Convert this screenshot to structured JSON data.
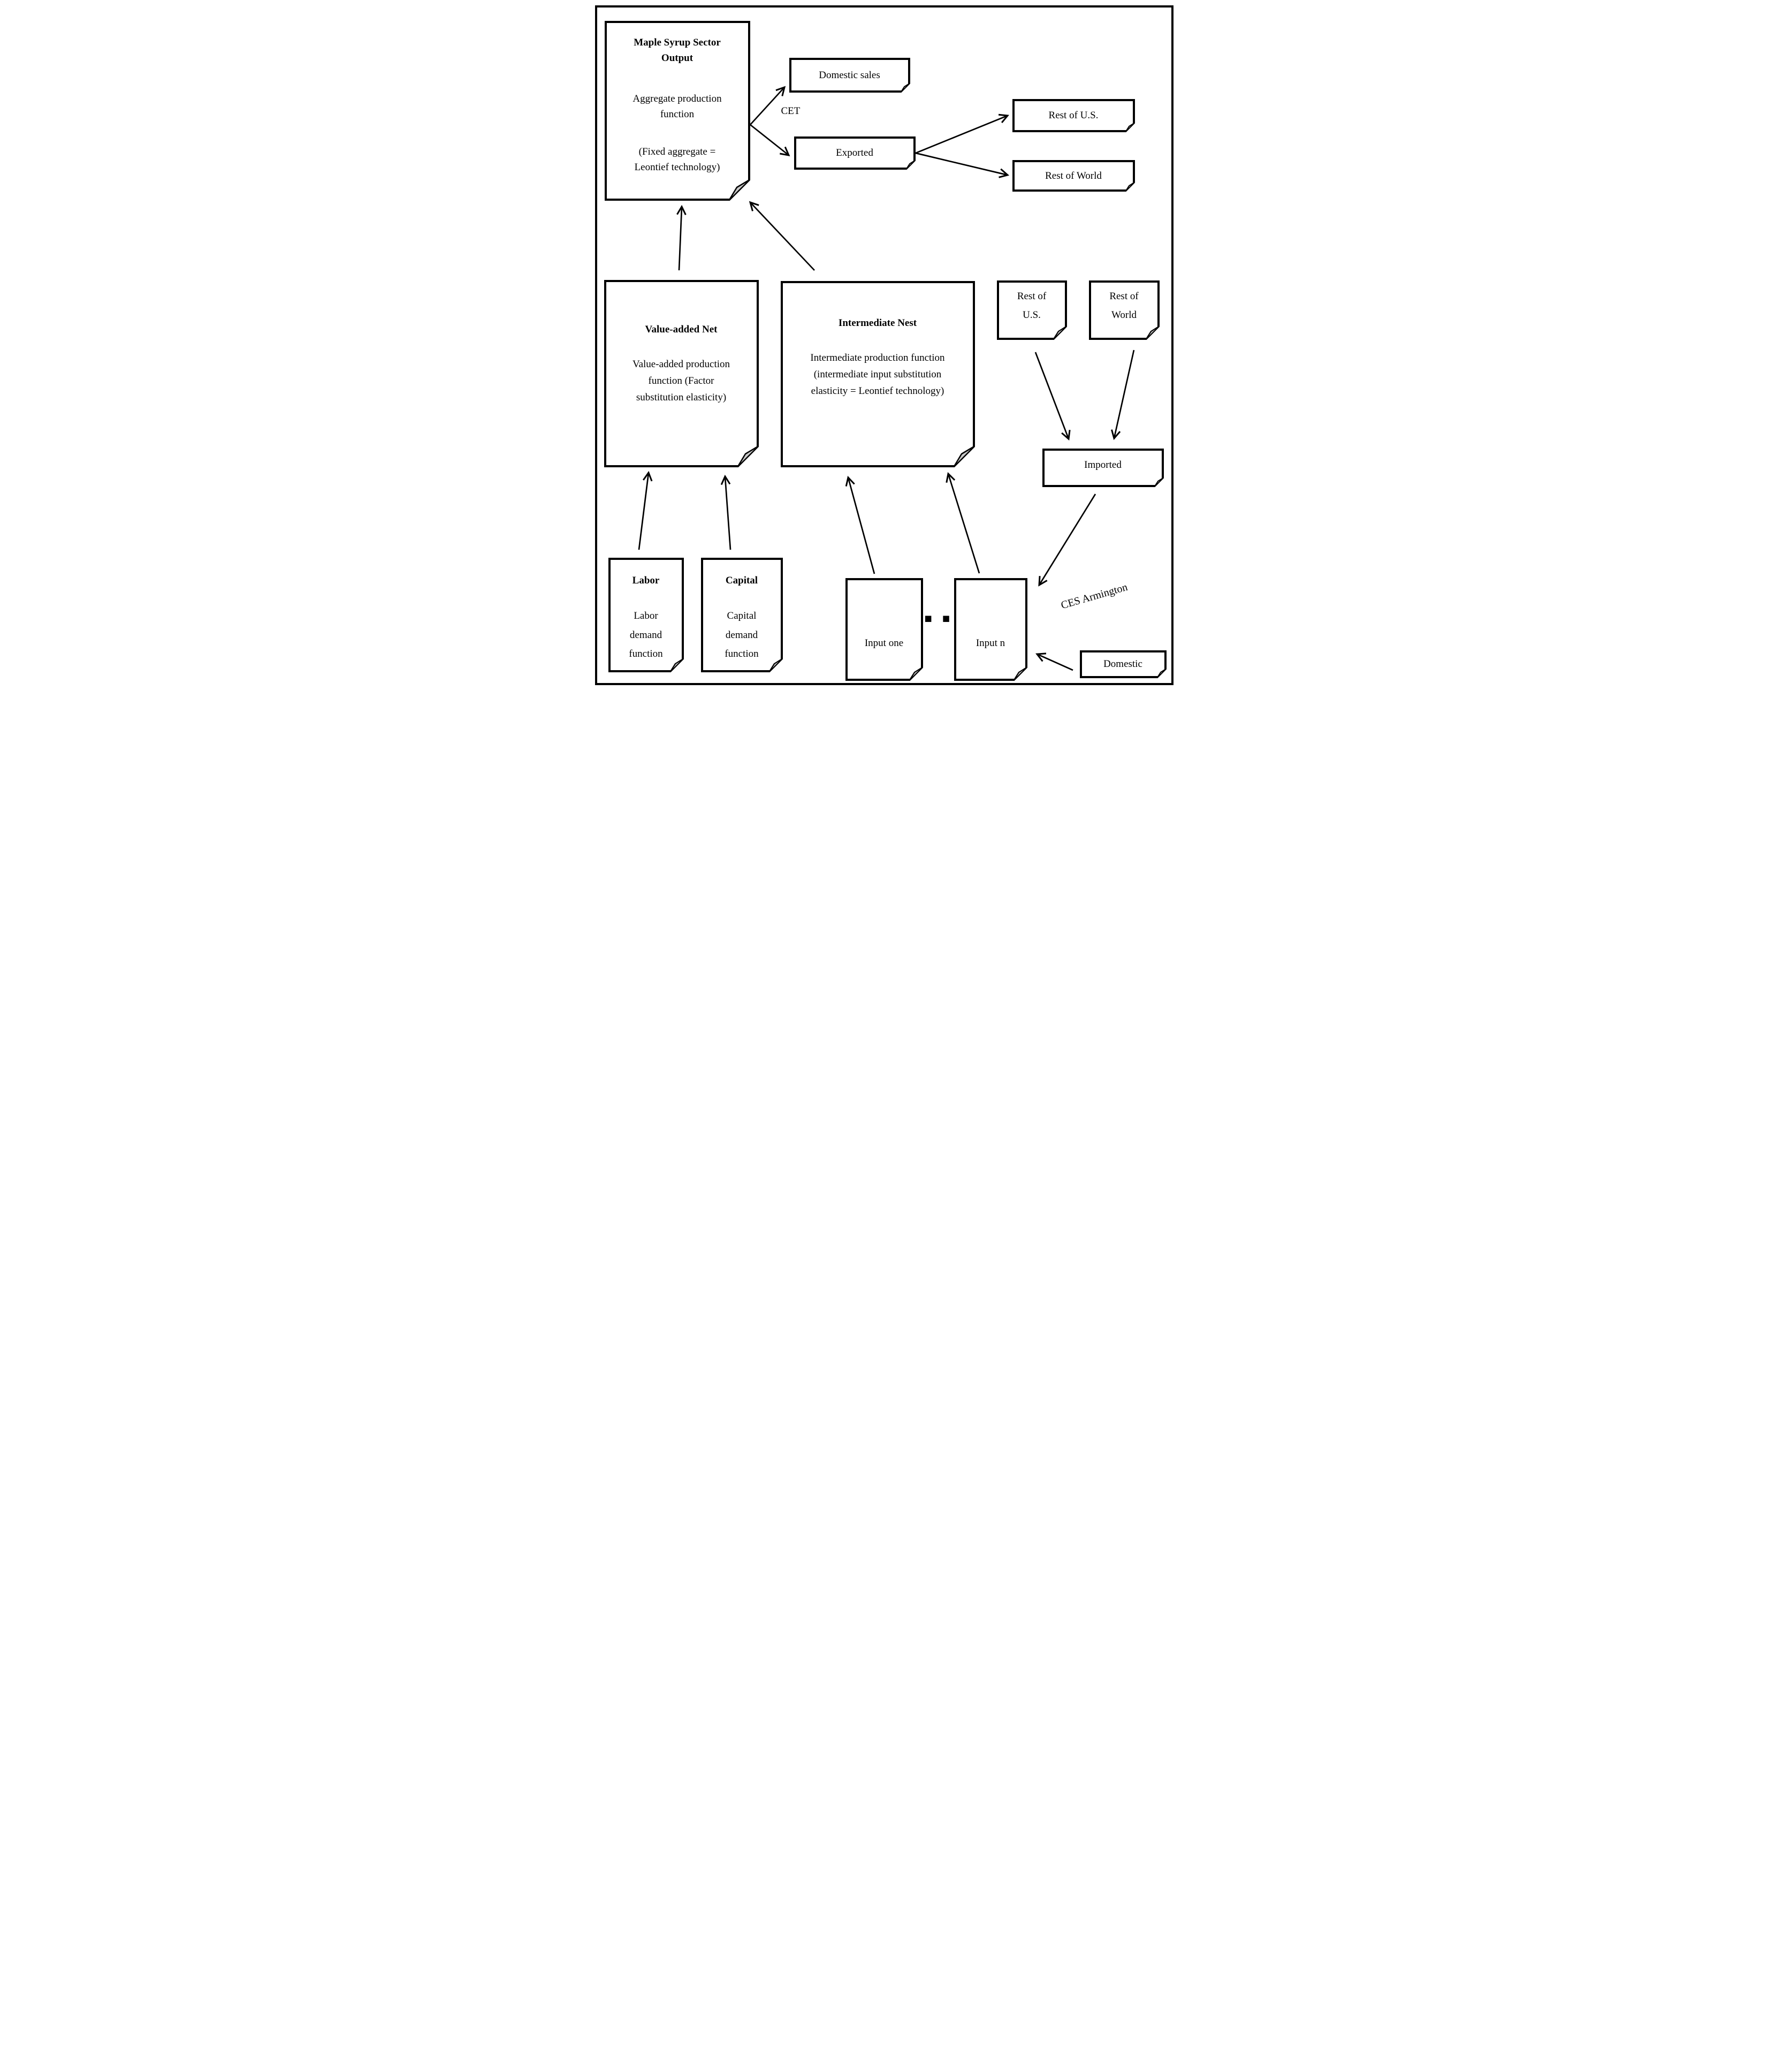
{
  "diagram": {
    "nodes": {
      "maple": {
        "title": "Maple Syrup Sector Output",
        "body1": "Aggregate production function",
        "body2": "(Fixed aggregate = Leontief technology)"
      },
      "domestic_sales": {
        "label": "Domestic sales"
      },
      "exported": {
        "label": "Exported"
      },
      "rest_us_top": {
        "label": "Rest of U.S."
      },
      "rest_world_top": {
        "label": "Rest of World"
      },
      "value_added": {
        "title": "Value-added Net",
        "body": "Value-added production function (Factor substitution elasticity)"
      },
      "intermediate": {
        "title": "Intermediate Nest",
        "body": "Intermediate production function (intermediate input substitution elasticity = Leontief technology)"
      },
      "rest_us_mid": {
        "label": "Rest of U.S."
      },
      "rest_world_mid": {
        "label": "Rest of World"
      },
      "imported": {
        "label": "Imported"
      },
      "labor": {
        "title": "Labor",
        "body": "Labor demand function"
      },
      "capital": {
        "title": "Capital",
        "body": "Capital demand function"
      },
      "input_one": {
        "label": "Input one"
      },
      "input_n": {
        "label": "Input n"
      },
      "domestic": {
        "label": "Domestic"
      }
    },
    "edge_labels": {
      "cet": "CET",
      "ces_armington": "CES Armington"
    },
    "ellipsis_dots": "■ ■",
    "colors": {
      "line": "#000000",
      "fold_fill": "#c9c9c9",
      "background": "#ffffff",
      "text": "#000000"
    }
  }
}
